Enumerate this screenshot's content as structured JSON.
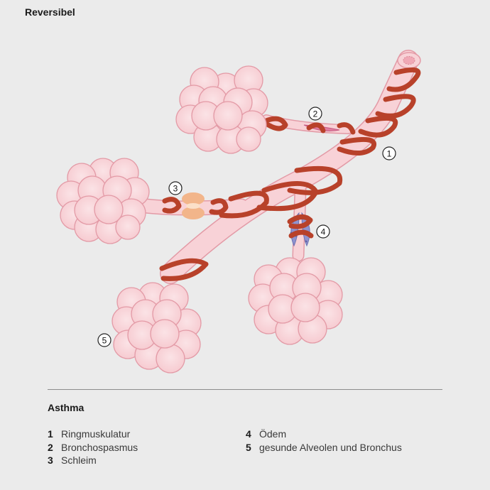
{
  "header": {
    "title": "Reversibel"
  },
  "figure": {
    "callouts": [
      {
        "id": "1",
        "label": "1"
      },
      {
        "id": "2",
        "label": "2"
      },
      {
        "id": "3",
        "label": "3"
      },
      {
        "id": "4",
        "label": "4"
      },
      {
        "id": "5",
        "label": "5"
      }
    ]
  },
  "legend": {
    "title": "Asthma",
    "left": [
      {
        "num": "1",
        "text": "Ringmuskulatur"
      },
      {
        "num": "2",
        "text": "Bronchospasmus"
      },
      {
        "num": "3",
        "text": "Schleim"
      }
    ],
    "right": [
      {
        "num": "4",
        "text": "Ödem"
      },
      {
        "num": "5",
        "text": "gesunde Alveolen und Bronchus"
      }
    ]
  },
  "colors": {
    "background": "#ebebeb",
    "airway": "#f8d2d7",
    "airway_outline": "#e39aa6",
    "muscle": "#b8412a",
    "mucus": "#f2b58a",
    "edema": "#8f93cf",
    "spasm": "#e07fa0"
  }
}
